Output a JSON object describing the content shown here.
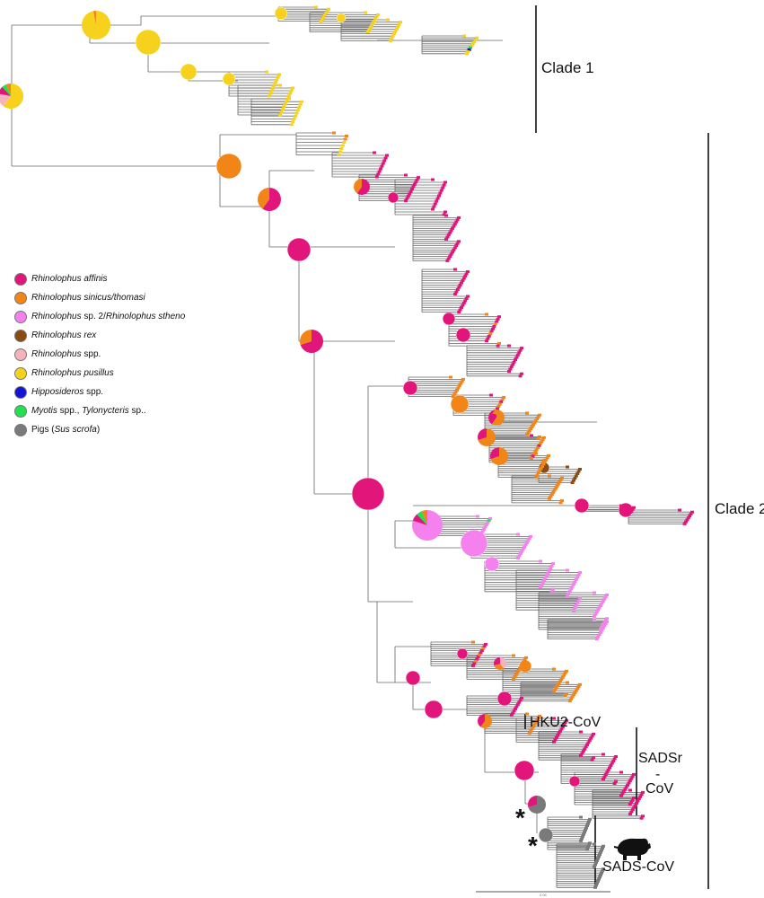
{
  "legend": [
    {
      "label_italic": "Rhinolophus affinis",
      "label_plain": "",
      "color": "#e2157a"
    },
    {
      "label_italic": "Rhinolophus sinicus/thomasi",
      "label_plain": "",
      "color": "#f28518"
    },
    {
      "label_italic": "Rhinolophus",
      "label_plain": " sp. 2/",
      "label_italic2": "Rhinolophus stheno",
      "color": "#f481ee"
    },
    {
      "label_italic": "Rhinolophus rex",
      "label_plain": "",
      "color": "#8a4a12"
    },
    {
      "label_italic": "Rhinolophus",
      "label_plain": " spp.",
      "color": "#f7b3ba"
    },
    {
      "label_italic": "Rhinolophus pusillus",
      "label_plain": "",
      "color": "#f7d21d"
    },
    {
      "label_italic": "Hipposideros",
      "label_plain": " spp.",
      "color": "#1414d6"
    },
    {
      "label_italic": "Myotis",
      "label_plain": " spp., ",
      "label_italic2": "Tylonycteris",
      "label_plain2": " sp..",
      "color": "#22e04f"
    },
    {
      "label_italic": "",
      "label_plain": "Pigs (",
      "label_italic2": "Sus scrofa",
      "label_plain2": ")",
      "color": "#7a7a7a"
    }
  ],
  "labels": {
    "clade1": "Clade 1",
    "clade2": "Clade 2",
    "hku2": "HKU2-CoV",
    "sadsr_1": "SADSr",
    "sadsr_2": "-",
    "sadsr_3": "CoV",
    "sads": "SADS-CoV",
    "star": "*",
    "scale": "0.06"
  },
  "icons": {
    "pig": "pig-silhouette-icon"
  }
}
